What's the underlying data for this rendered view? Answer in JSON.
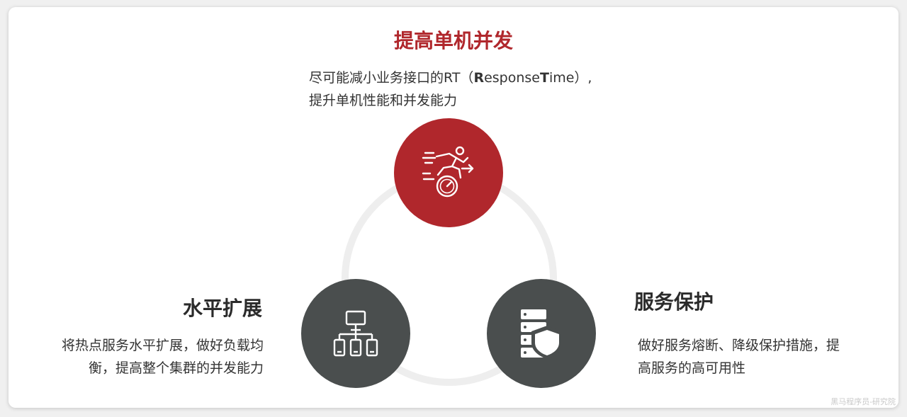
{
  "colors": {
    "accent": "#b0272c",
    "node_dark": "#4a4e4e",
    "ring": "#eeeeee",
    "card": "#ffffff"
  },
  "top": {
    "title": "提高单机并发",
    "desc_line1_pre": "尽可能减小业务接口的RT（",
    "desc_R": "R",
    "desc_esponse": "esponse",
    "desc_T": "T",
    "desc_ime": "ime）,",
    "desc_line2": "提升单机性能和并发能力",
    "icon": "running-speedometer-icon"
  },
  "left": {
    "title": "水平扩展",
    "desc_line1": "将热点服务水平扩展，做好负载均",
    "desc_line2": "衡，提高整个集群的并发能力",
    "icon": "network-devices-icon"
  },
  "right": {
    "title": "服务保护",
    "desc_line1": "做好服务熔断、降级保护措施，提",
    "desc_line2": "高服务的高可用性",
    "icon": "server-shield-icon"
  },
  "watermark": "黑马程序员-研究院"
}
